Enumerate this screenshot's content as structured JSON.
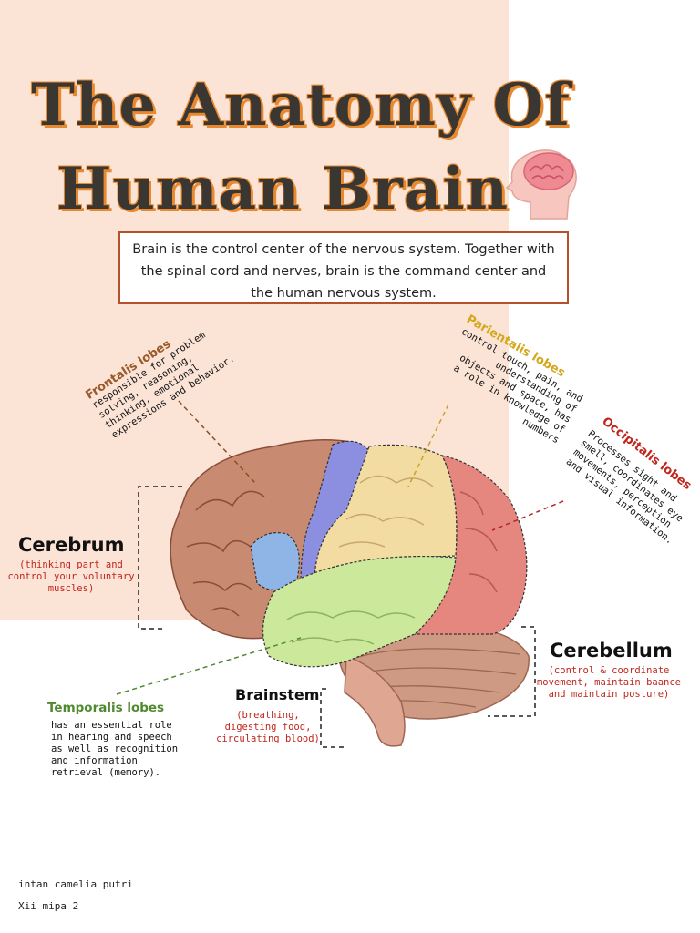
{
  "title": {
    "line1": "The Anatomy Of",
    "line2": "Human Brain"
  },
  "intro": "Brain is the control center of the nervous system. Together with the spinal cord and nerves, brain is the command center and the human nervous system.",
  "frontalis": {
    "label": "Frontalis lobes",
    "desc": "responsible for problem\nsolving, reasoning,\nthinking, emotional\nexpressions and behavior."
  },
  "parientalis": {
    "label": "Parientalis lobes",
    "desc": "control touch, pain, and\nunderstanding of\nobjects and space, has\na role in knowledge of\nnumbers"
  },
  "occipitalis": {
    "label": "Occipitalis lobes",
    "desc": "Processes sight and\nsmell, coordinates eye\nmovements, perception\nand visual information."
  },
  "cerebrum": {
    "label": "Cerebrum",
    "desc": "(thinking part and\ncontrol your voluntary\nmuscles)"
  },
  "cerebellum": {
    "label": "Cerebellum",
    "desc": "(control & coordinate\nmovement, maintain baance\nand maintain posture)"
  },
  "brainstem": {
    "label": "Brainstem",
    "desc": "(breathing,\ndigesting food,\ncirculating blood)"
  },
  "temporalis": {
    "label": "Temporalis lobes",
    "desc": "has an essential role\nin hearing and speech\nas well as recognition\nand information\nretrieval (memory)."
  },
  "footer": {
    "name": "intan camelia putri",
    "class": "Xii mipa 2"
  },
  "colors": {
    "panel": "#fbe3d6",
    "title_outline": "#e8892f",
    "frontal": "#c98a72",
    "parietal": "#f2dca2",
    "occipital": "#e5877f",
    "temporal": "#cbe89b",
    "motor": "#8c8fe0",
    "cerebellum": "#cf9a84",
    "brainstem": "#dfa791",
    "note_red": "#c0261e"
  },
  "icons": [
    "head-brain-icon"
  ]
}
